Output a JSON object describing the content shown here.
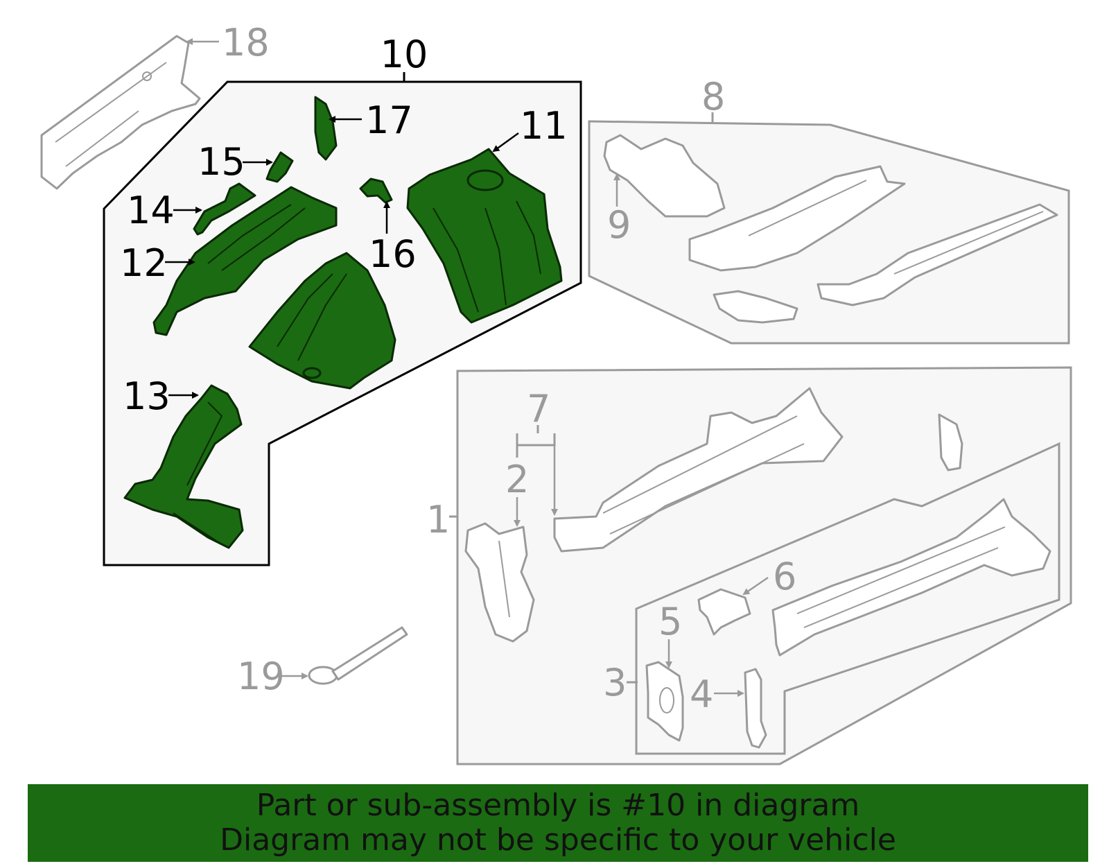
{
  "colors": {
    "highlight_fill": "#1b6b12",
    "highlight_outline": "#0a2a05",
    "faded_outline": "#9a9a9a",
    "panel_fill": "#f7f7f7",
    "banner_bg": "#1b6b12"
  },
  "callouts": {
    "c1": "1",
    "c2": "2",
    "c3": "3",
    "c4": "4",
    "c5": "5",
    "c6": "6",
    "c7": "7",
    "c8": "8",
    "c9": "9",
    "c10": "10",
    "c11": "11",
    "c12": "12",
    "c13": "13",
    "c14": "14",
    "c15": "15",
    "c16": "16",
    "c17": "17",
    "c18": "18",
    "c19": "19"
  },
  "banner": {
    "line1": "Part or sub-assembly is #10 in diagram",
    "line2": "Diagram may not be specific to your vehicle"
  }
}
